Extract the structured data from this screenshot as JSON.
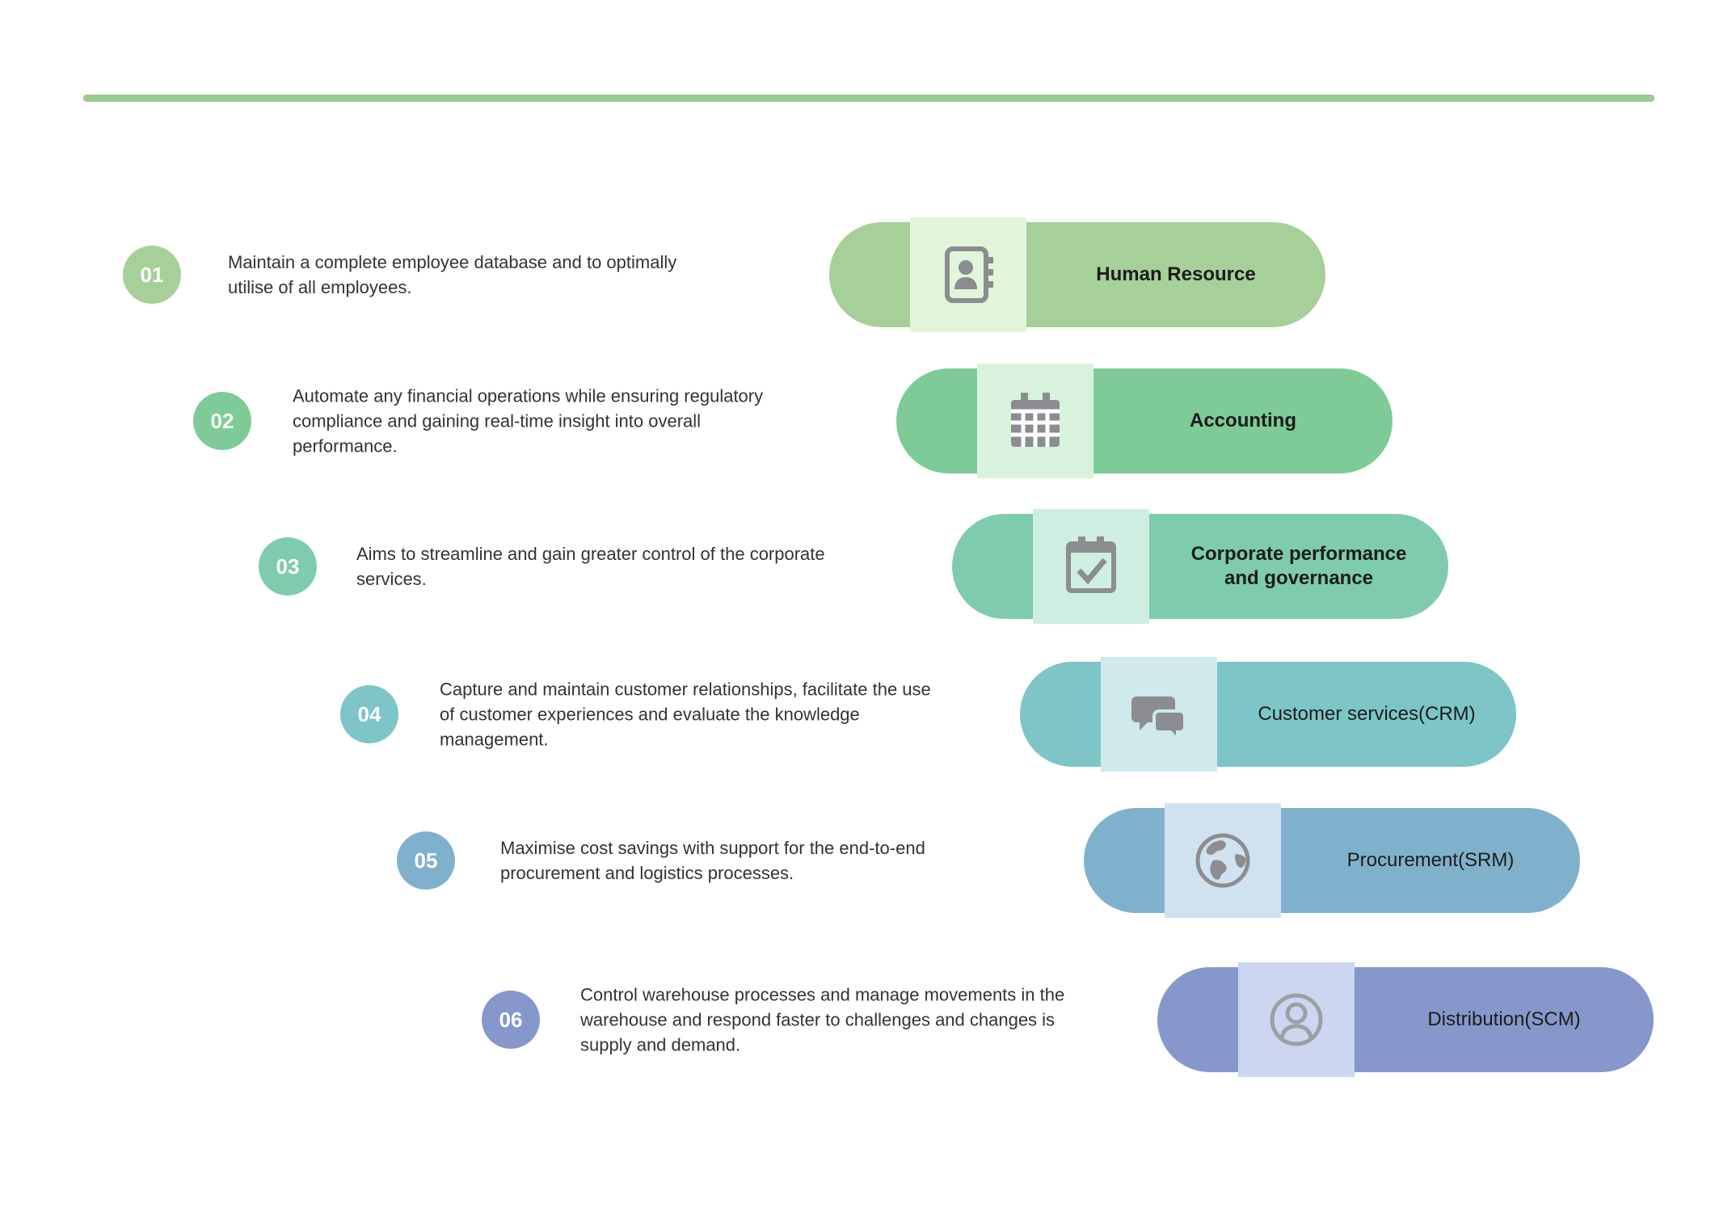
{
  "page": {
    "background": "#ffffff",
    "top_bar_color": "#9cc98e"
  },
  "items": [
    {
      "number": "01",
      "description": "Maintain a complete employee database and to optimally utilise of all employees.",
      "label": "Human Resource",
      "icon": "address-book-icon",
      "color": "#a7cf99",
      "tint": "#e2f4da"
    },
    {
      "number": "02",
      "description": "Automate any financial operations while ensuring regulatory compliance and gaining real-time insight into overall performance.",
      "label": "Accounting",
      "icon": "calendar-icon",
      "color": "#7ecb97",
      "tint": "#d9f2de"
    },
    {
      "number": "03",
      "description": "Aims to streamline and gain greater control of the corporate services.",
      "label": "Corporate performance and governance",
      "icon": "calendar-check-icon",
      "color": "#7ecbad",
      "tint": "#cdeee1"
    },
    {
      "number": "04",
      "description": "Capture and maintain customer relationships, facilitate the use of customer experiences and evaluate the knowledge management.",
      "label": "Customer services(CRM)",
      "icon": "chat-bubbles-icon",
      "color": "#7dc5c7",
      "tint": "#cfe9ec"
    },
    {
      "number": "05",
      "description": "Maximise cost savings with support for the end-to-end procurement and logistics processes.",
      "label": "Procurement(SRM)",
      "icon": "globe-icon",
      "color": "#80b1cc",
      "tint": "#d0e1ef"
    },
    {
      "number": "06",
      "description": "Control warehouse processes and manage movements in the warehouse and respond faster to challenges and changes is supply and demand.",
      "label": "Distribution(SCM)",
      "icon": "user-icon",
      "color": "#8697cc",
      "tint": "#cdd6f0"
    }
  ]
}
